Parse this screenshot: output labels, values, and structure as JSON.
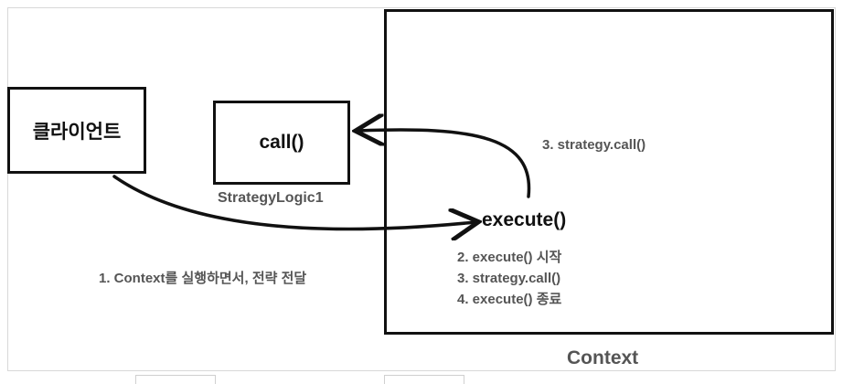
{
  "client": {
    "label": "클라이언트"
  },
  "strategy": {
    "method_label": "call()",
    "name": "StrategyLogic1"
  },
  "context": {
    "name": "Context",
    "execute_label": "execute()",
    "callback_label": "3. strategy.call()",
    "steps": [
      "2. execute() 시작",
      "3. strategy.call()",
      "4. execute() 종료"
    ]
  },
  "flow": {
    "step1_label": "1. Context를 실행하면서, 전략 전달"
  },
  "colors": {
    "stroke": "#111111",
    "secondary_text": "#555555",
    "frame": "#d8d8d8"
  }
}
